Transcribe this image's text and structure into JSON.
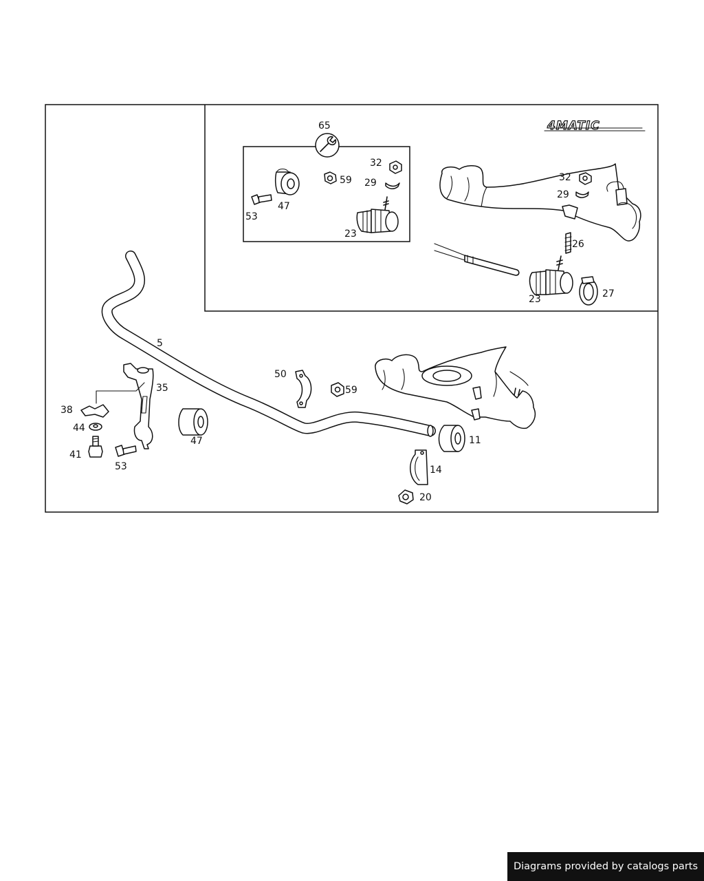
{
  "diagram": {
    "logo": "4MATIC",
    "callouts": {
      "c65": "65",
      "c32a": "32",
      "c59a": "59",
      "c29a": "29",
      "c47a": "47",
      "c53a": "53",
      "c23a": "23",
      "c32b": "32",
      "c29b": "29",
      "c26": "26",
      "c23b": "23",
      "c27": "27",
      "c5": "5",
      "c35": "35",
      "c38": "38",
      "c44": "44",
      "c41": "41",
      "c53b": "53",
      "c47b": "47",
      "c50": "50",
      "c59b": "59",
      "c11": "11",
      "c14": "14",
      "c20": "20"
    }
  },
  "footer": {
    "text": "Diagrams provided by catalogs parts"
  }
}
